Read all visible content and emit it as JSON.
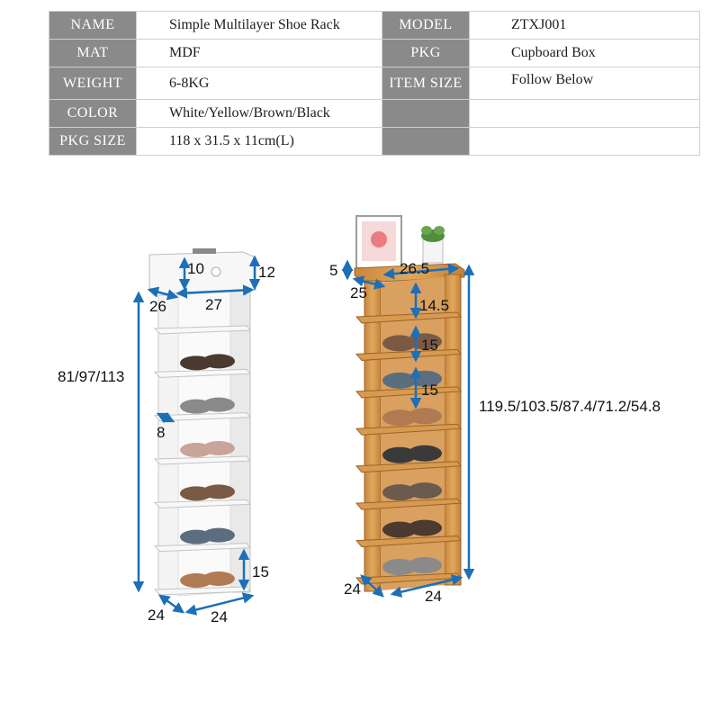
{
  "spec_table": {
    "rows": [
      {
        "label1": "NAME",
        "value1": "Simple Multilayer Shoe Rack",
        "label2": "MODEL",
        "value2": "ZTXJ001"
      },
      {
        "label1": "MAT",
        "value1": "MDF",
        "label2": "PKG",
        "value2": "Cupboard Box"
      },
      {
        "label1": "WEIGHT",
        "value1": "6-8KG",
        "label2": "ITEM SIZE",
        "value2": "Follow Below"
      },
      {
        "label1": "COLOR",
        "value1": "White/Yellow/Brown/Black",
        "label2": "",
        "value2": ""
      },
      {
        "label1": "PKG SIZE",
        "value1": "118 x 31.5 x 11cm(L)",
        "label2": "",
        "value2": ""
      }
    ]
  },
  "white_rack": {
    "shelf_count": 7,
    "dims": {
      "drawer_height": "10",
      "drawer_depth": "12",
      "top_depth": "26",
      "top_width": "27",
      "total_height": "81/97/113",
      "shelf_gap": "8",
      "bottom_gap": "15",
      "base_depth": "24",
      "base_width": "24"
    }
  },
  "wood_rack": {
    "shelf_count": 8,
    "dims": {
      "tray_height": "5",
      "tray_width": "26.5",
      "tray_depth": "25",
      "gap_1": "14.5",
      "gap_2": "15",
      "gap_3": "15",
      "total_height": "119.5/103.5/87.4/71.2/54.8",
      "base_depth": "24",
      "base_width": "24"
    }
  },
  "colors": {
    "label_bg": "#8a8a8a",
    "dimension_blue": "#1d6fb8",
    "wood": "#d79a4e",
    "wood_dark": "#a86d2c",
    "white_panel": "#f3f3f3"
  }
}
